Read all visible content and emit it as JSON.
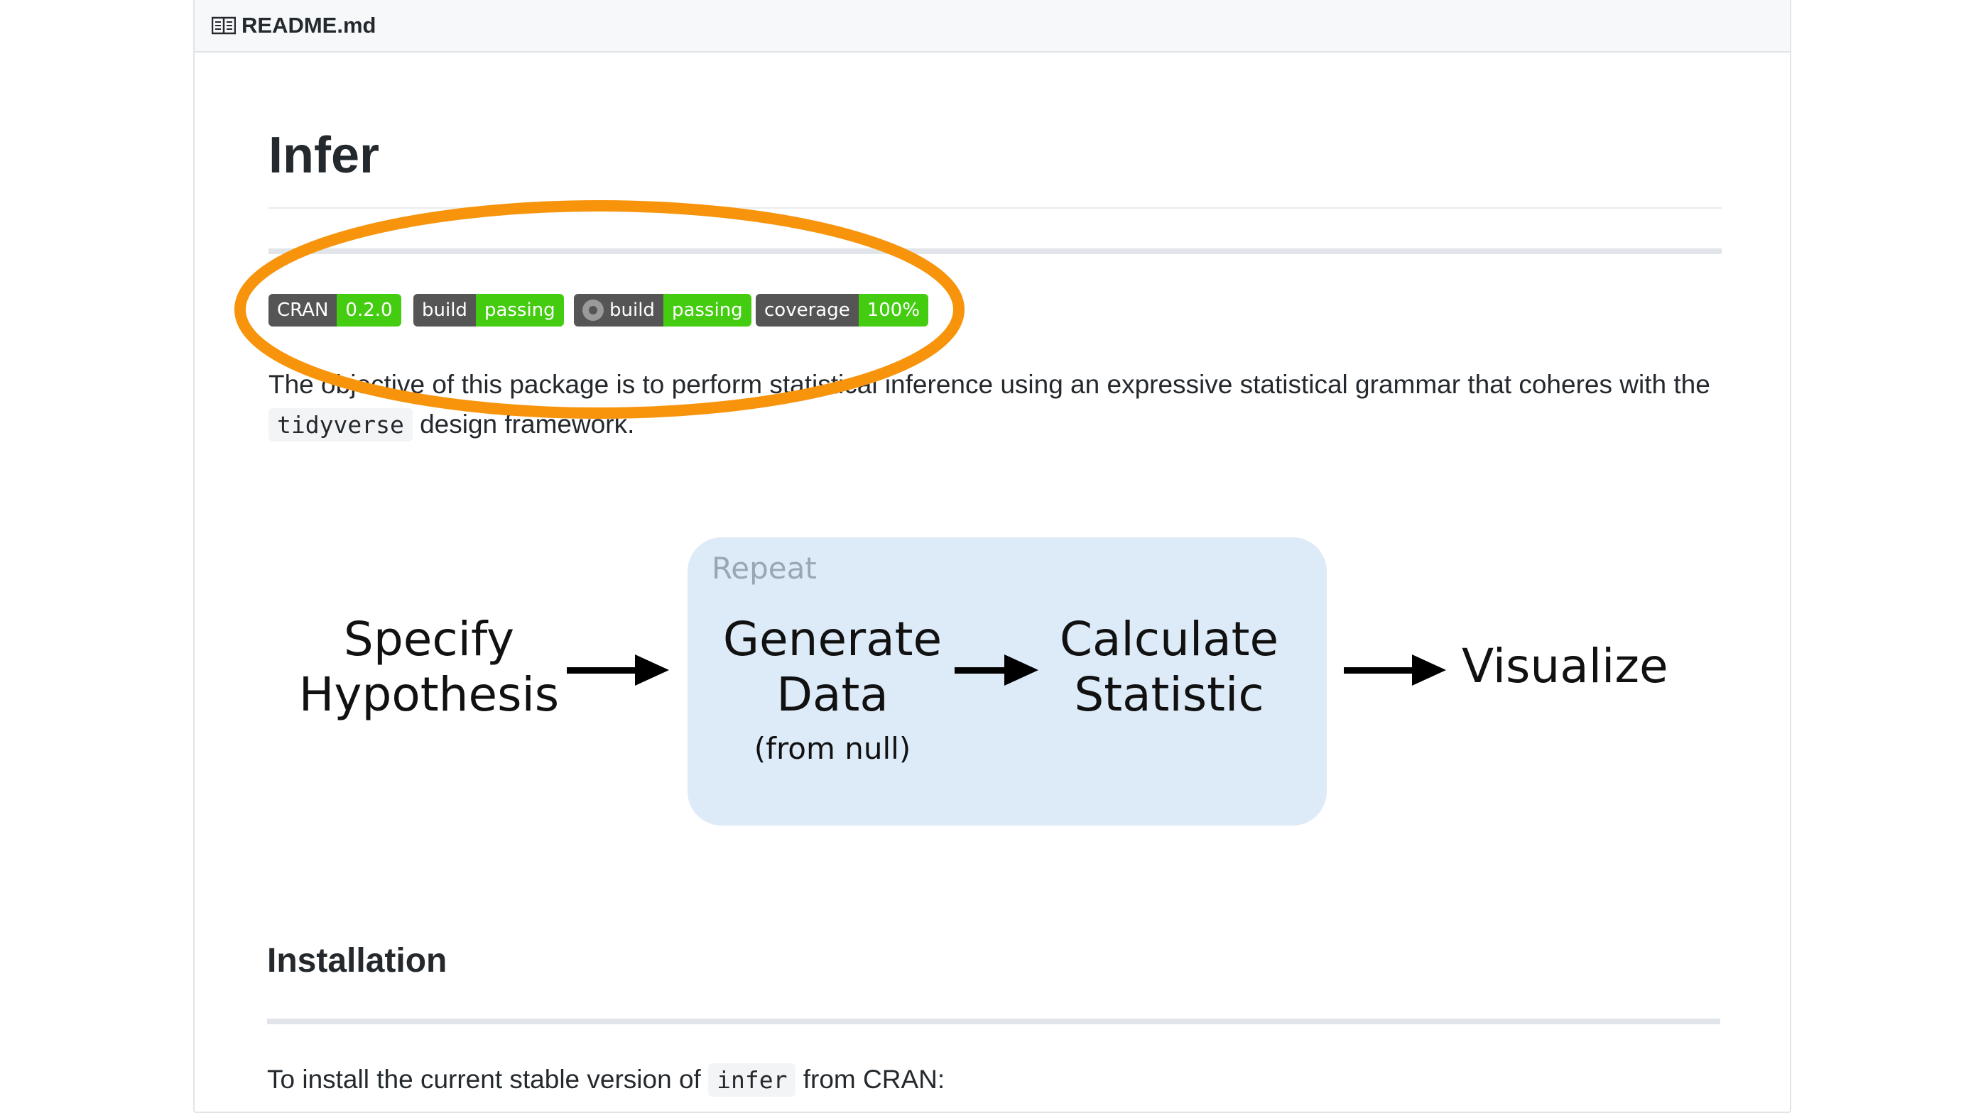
{
  "file_header": {
    "icon": "book-icon",
    "name": "README.md"
  },
  "heading": "Infer",
  "badges": [
    {
      "left": "CRAN",
      "right": "0.2.0"
    },
    {
      "left": "build",
      "right": "passing"
    },
    {
      "icon": "circleci-gear-icon",
      "left": "build",
      "right": "passing"
    },
    {
      "left": "coverage",
      "right": "100%"
    }
  ],
  "description": {
    "text_1": "The objective of this package is to perform statistical inference using an expressive statistical grammar that coheres with the",
    "code": "tidyverse",
    "text_2": "design framework."
  },
  "diagram": {
    "step1_line1": "Specify",
    "step1_line2": "Hypothesis",
    "repeat_label": "Repeat",
    "step2_line1": "Generate",
    "step2_line2": "Data",
    "step2_note": "(from null)",
    "step3_line1": "Calculate",
    "step3_line2": "Statistic",
    "step4": "Visualize"
  },
  "installation": {
    "heading": "Installation",
    "text_1": "To install the current stable version of",
    "code": "infer",
    "text_2": "from CRAN:"
  },
  "colors": {
    "highlight_ellipse": "#f7940c",
    "badge_green": "#44cc11",
    "repeat_box": "#ddeaf8"
  }
}
